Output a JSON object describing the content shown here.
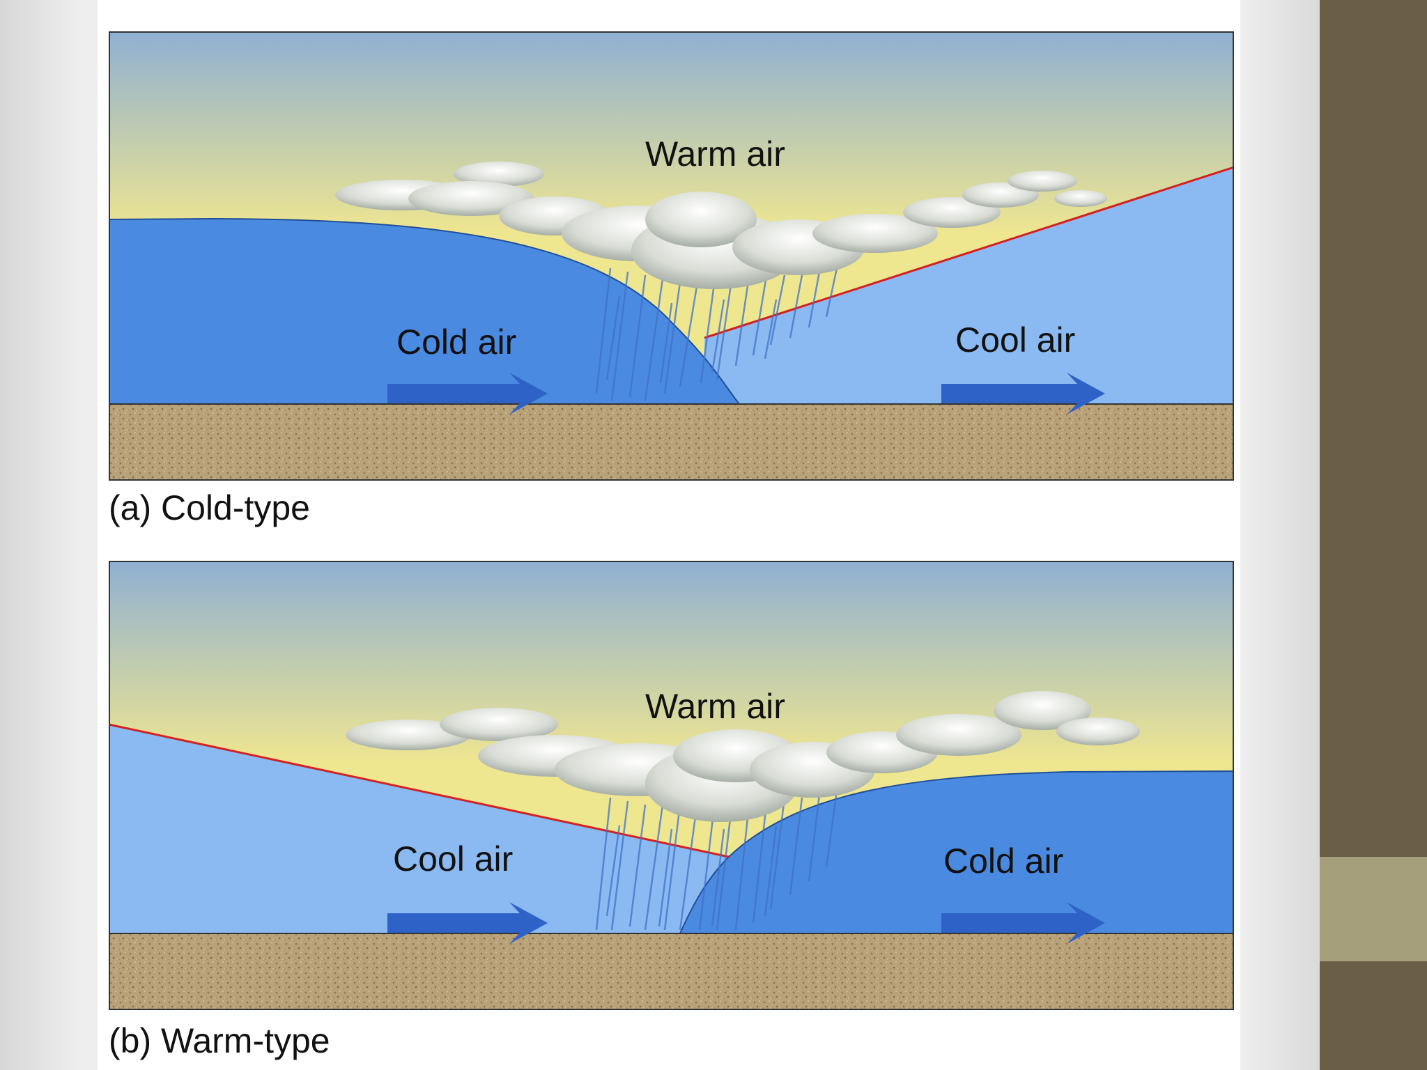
{
  "panels": [
    {
      "id": "a",
      "caption": "(a) Cold-type",
      "top_label": "Warm air",
      "left_label": "Cold air",
      "right_label": "Cool air"
    },
    {
      "id": "b",
      "caption": "(b) Warm-type",
      "top_label": "Warm air",
      "left_label": "Cool air",
      "right_label": "Cold air"
    }
  ],
  "colors": {
    "sky_top": "#8fb0d2",
    "sky_bottom": "#efe690",
    "cold_air": "#4a8ae0",
    "cool_air": "#8bb9f1",
    "ground": "#b9a27a",
    "front_line": "#d42020",
    "arrow": "#2f62c6",
    "sidebar_dark": "#6b5e47",
    "sidebar_light": "#a59f7c"
  },
  "icons": [
    "cloud-icon",
    "rain-icon",
    "arrow-right-icon"
  ]
}
